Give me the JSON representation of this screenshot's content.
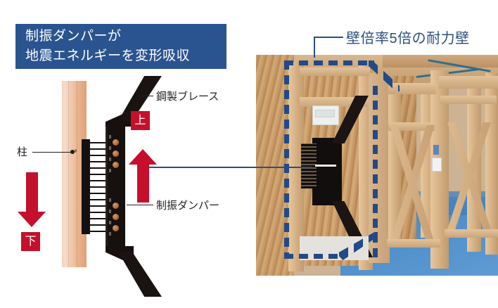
{
  "banner": {
    "line1": "制振ダンパーが",
    "line2": "地震エネルギーを変形吸収",
    "bg_color": "#2a5490",
    "text_color": "#ffffff"
  },
  "diagram": {
    "labels": {
      "column": "柱",
      "steel_brace": "鋼製ブレース",
      "damper": "制振ダンパー"
    },
    "arrows": {
      "up_label": "上",
      "down_label": "下",
      "color": "#c4102c"
    }
  },
  "photo": {
    "callout_title": "壁倍率5倍の耐力壁",
    "callout_color": "#2d4f7c",
    "outline_color": "#214a87",
    "outline_style": "dashed"
  }
}
